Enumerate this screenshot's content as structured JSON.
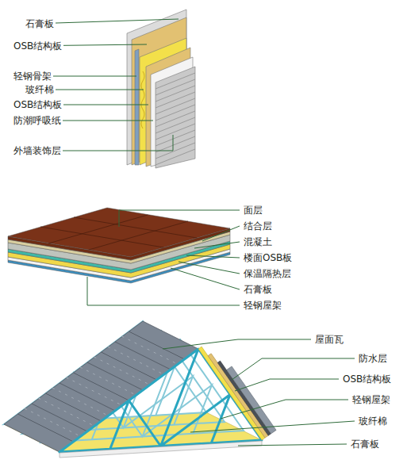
{
  "diagram": {
    "labels": [
      "石膏板",
      "OSB结构板",
      "轻钢骨架",
      "玻纤棉",
      "OSB结构板",
      "防潮呼吸纸",
      "外墙装饰层",
      "面层",
      "结合层",
      "混凝土",
      "楼面OSB板",
      "保温隔热层",
      "石膏板",
      "轻钢屋架",
      "屋面瓦",
      "防水层",
      "OSB结构板",
      "轻钢屋架",
      "玻纤棉",
      "石膏板"
    ]
  }
}
